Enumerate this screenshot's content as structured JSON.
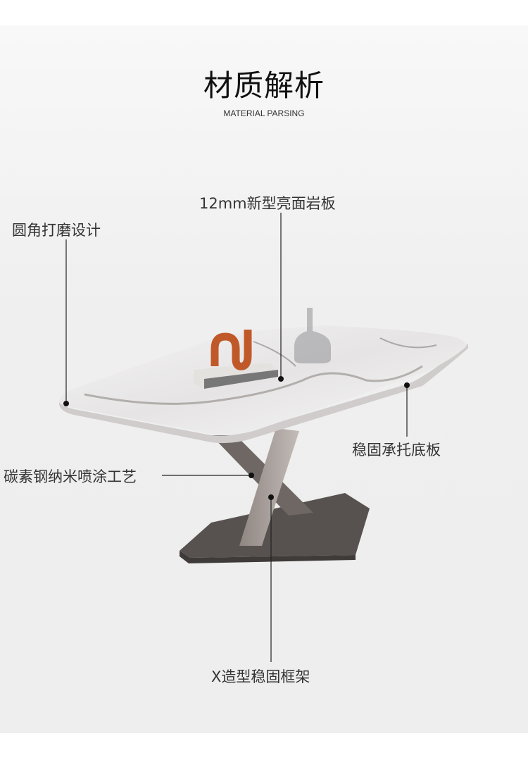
{
  "header": {
    "title": "材质解析",
    "subtitle": "MATERIAL PARSING"
  },
  "callouts": {
    "top_slab": "12mm新型亮面岩板",
    "rounded_corner": "圆角打磨设计",
    "base_plate": "稳固承托底板",
    "coating": "碳素钢纳米喷涂工艺",
    "x_frame": "X造型稳固框架"
  },
  "colors": {
    "panel": "#eeeeee",
    "leg": "#a9a09c",
    "base": "#55504e",
    "line": "#222222"
  }
}
